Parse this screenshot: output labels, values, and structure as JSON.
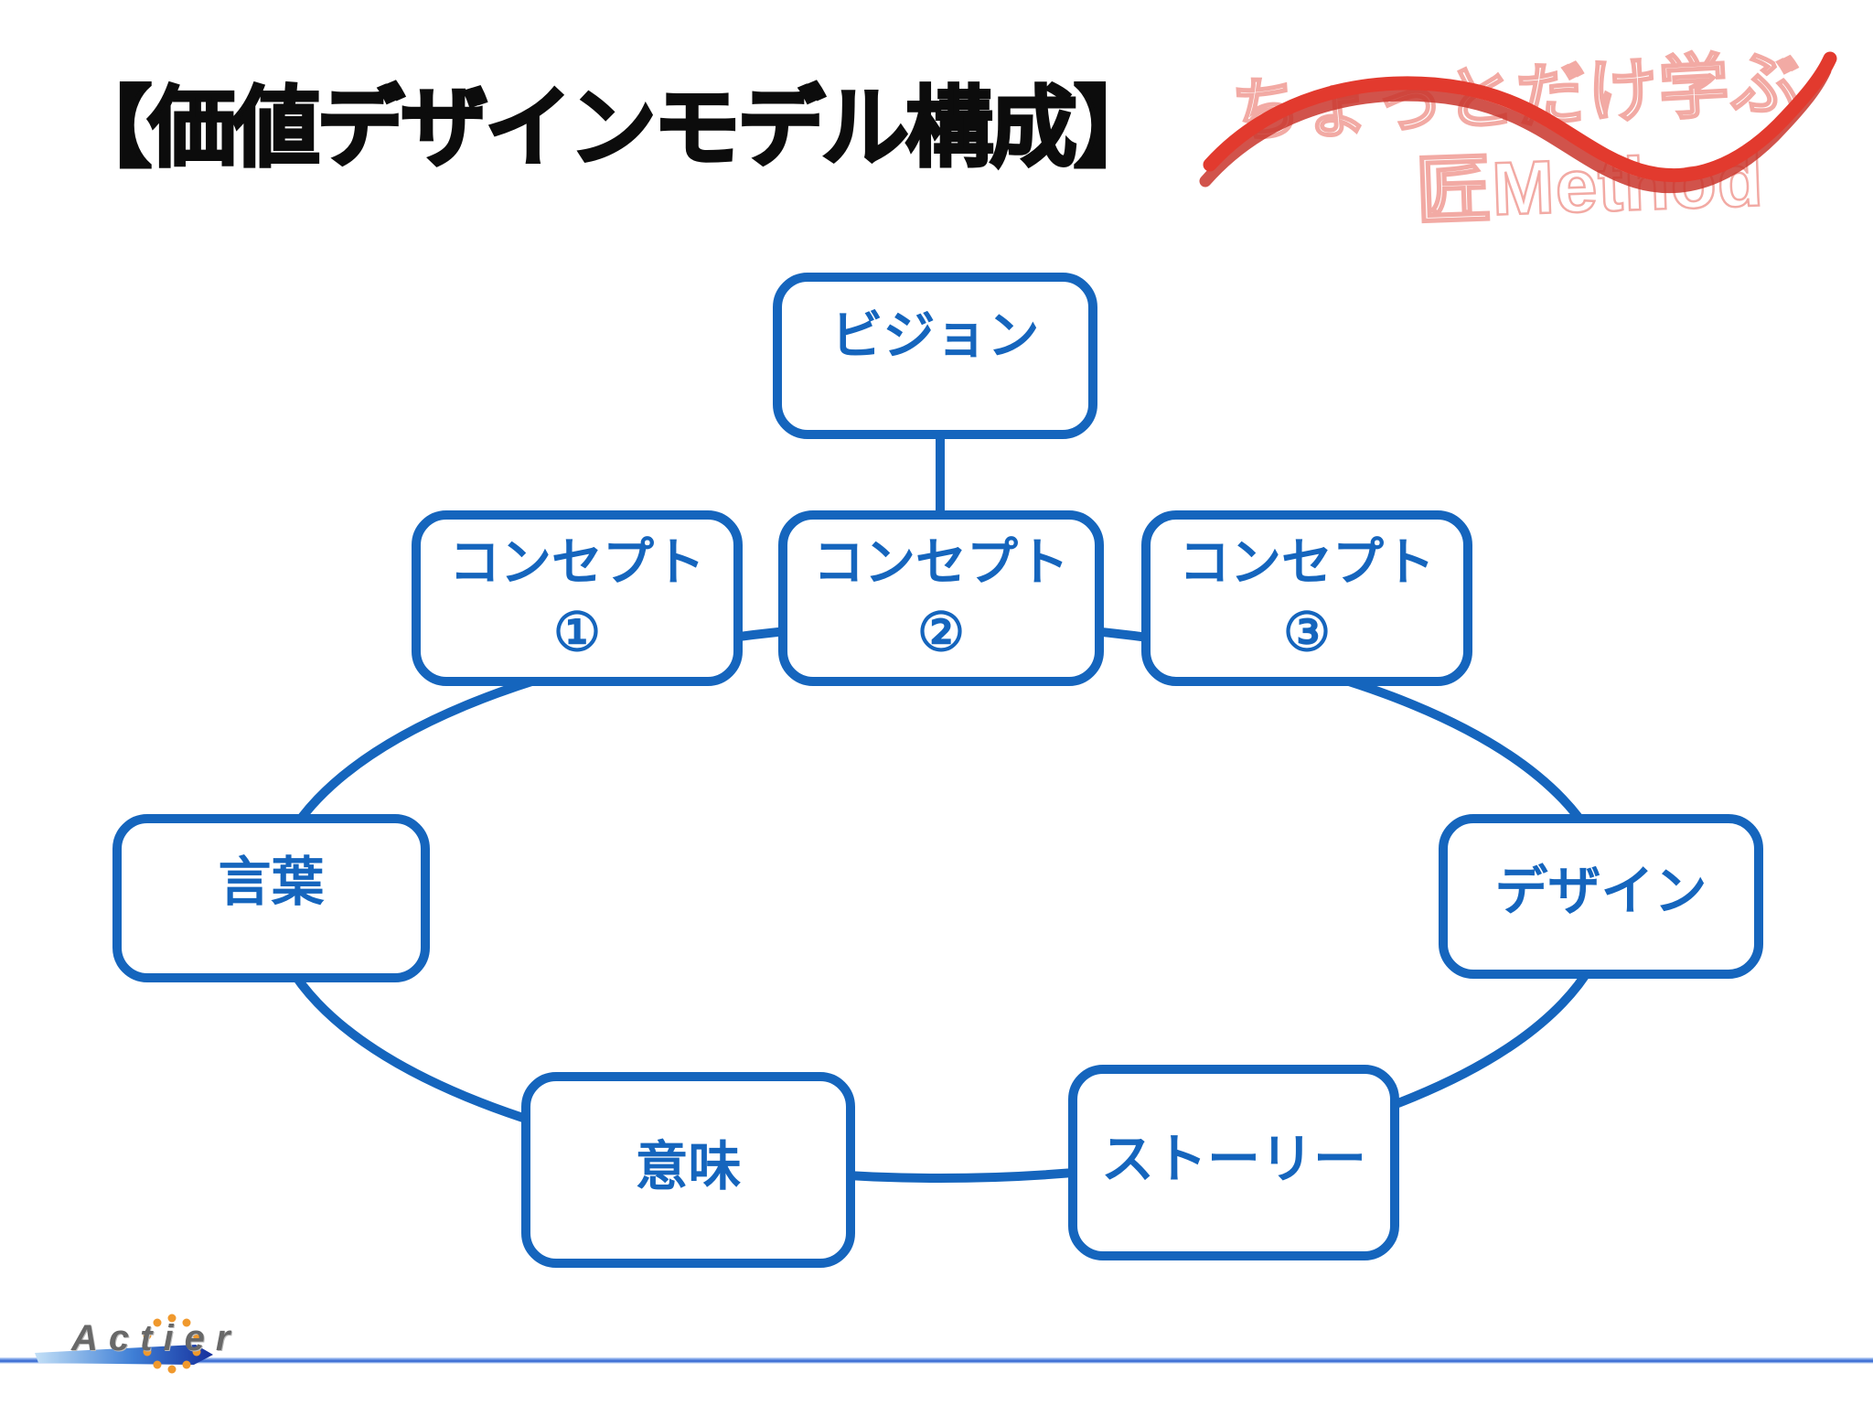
{
  "slide": {
    "title": "【価値デザインモデル構成】"
  },
  "watermark": {
    "tagline": "ちょっとだけ学ぶ",
    "brand": "匠Method"
  },
  "diagram": {
    "vision": {
      "label": "ビジョン"
    },
    "concepts": [
      {
        "label": "コンセプト",
        "number": "①"
      },
      {
        "label": "コンセプト",
        "number": "②"
      },
      {
        "label": "コンセプト",
        "number": "③"
      }
    ],
    "cycle": {
      "words": {
        "label": "言葉"
      },
      "design": {
        "label": "デザイン"
      },
      "meaning": {
        "label": "意味"
      },
      "story": {
        "label": "ストーリー"
      }
    }
  },
  "footer": {
    "logo": "Actier"
  },
  "colors": {
    "node_blue": "#1565bd",
    "swoosh_red": "#e23a2e",
    "swoosh_shadow_red": "#c9352b",
    "watermark_outline": "#f2aaa4",
    "logo_gray": "#686868",
    "dot_orange": "#f0992d",
    "rule_blue": "#2f63cf",
    "title_black": "#0c0c0c"
  }
}
